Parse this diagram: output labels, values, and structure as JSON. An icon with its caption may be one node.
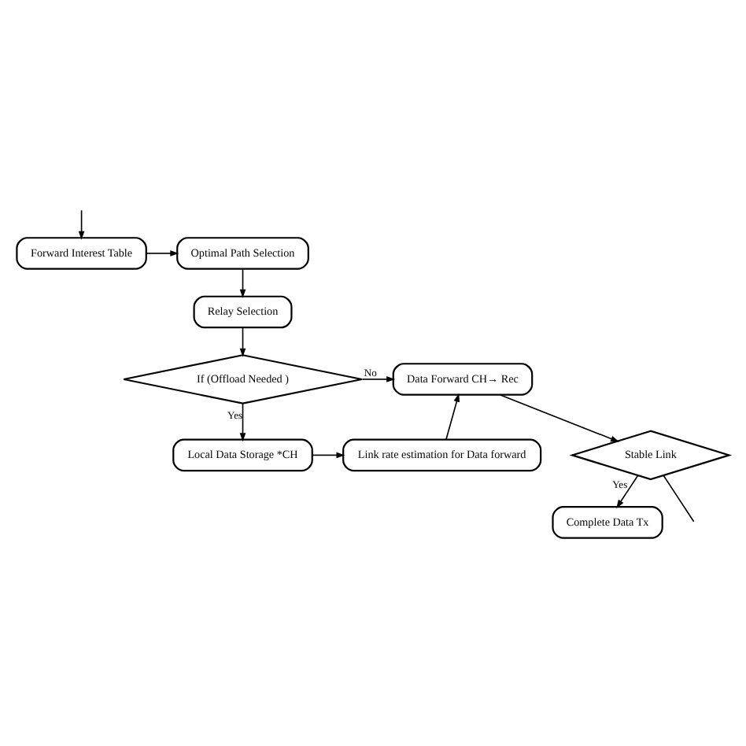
{
  "diagram": {
    "nodes": [
      {
        "text": [
          "Forward Interest Table"
        ]
      },
      {
        "text": [
          "Optimal Path Selection"
        ]
      },
      {
        "text": [
          "Relay Selection"
        ]
      },
      {
        "text": [
          "If (Offload Needed )"
        ]
      },
      {
        "text": [
          "Data Forward CH→ Rec"
        ]
      },
      {
        "text": [
          "Stable Link"
        ]
      },
      {
        "text": [
          "Local Data Storage *CH"
        ]
      },
      {
        "text": [
          "Link rate estimation for Data forward"
        ]
      },
      {
        "text": [
          "Complete Data Tx"
        ]
      }
    ],
    "edges": [
      {
        "from": null,
        "to": 0,
        "arrow": "to"
      },
      {
        "from": 0,
        "to": 1,
        "arrow": "to"
      },
      {
        "from": 1,
        "to": 2,
        "arrow": "to"
      },
      {
        "from": 2,
        "to": 3,
        "arrow": "to"
      },
      {
        "from": 3,
        "to": 4,
        "arrow": "to",
        "label": "No"
      },
      {
        "from": 3,
        "to": 6,
        "arrow": "to",
        "label": "Yes"
      },
      {
        "from": 6,
        "to": 7,
        "arrow": "to"
      },
      {
        "from": 7,
        "to": 4,
        "arrow": "to"
      },
      {
        "from": 4,
        "to": 5,
        "arrow": "to"
      },
      {
        "from": 5,
        "to": 8,
        "arrow": "to",
        "label": "Yes"
      },
      {
        "from": 5,
        "to": null,
        "arrow": "none"
      }
    ]
  }
}
